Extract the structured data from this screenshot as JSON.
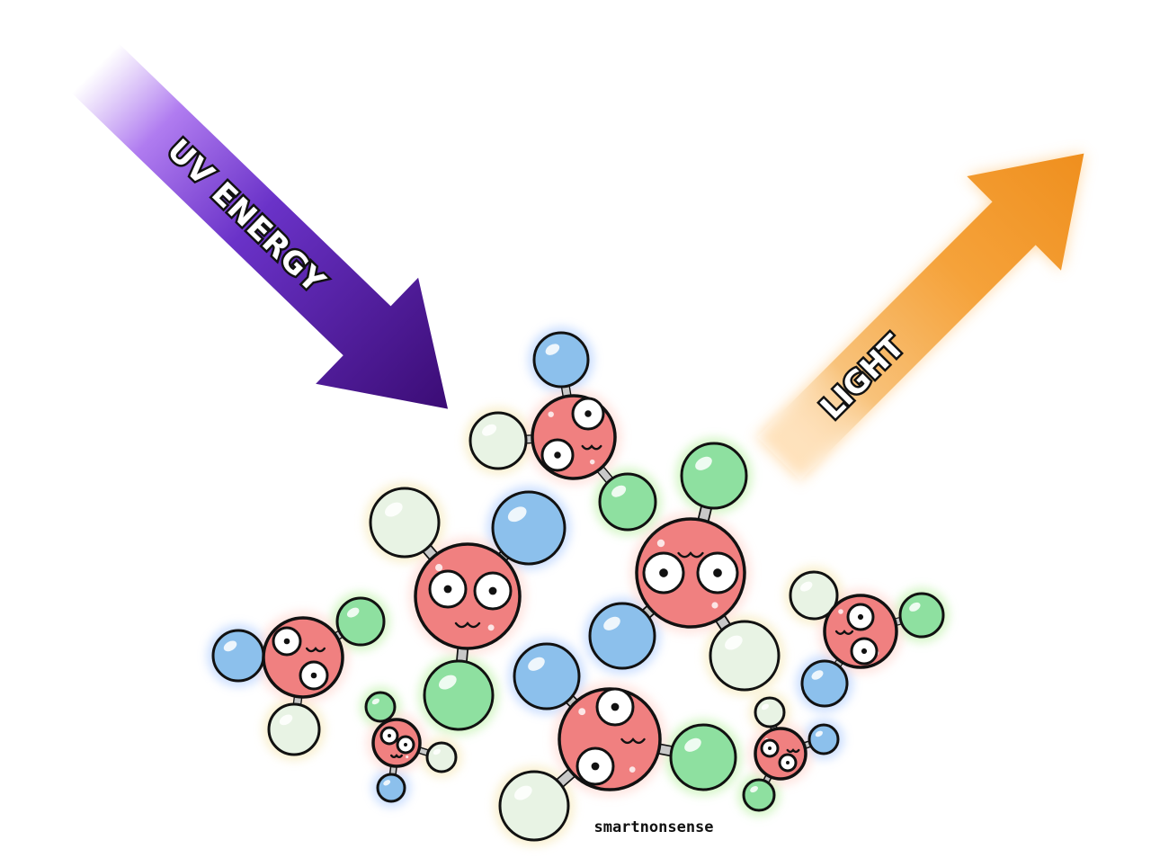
{
  "labels": {
    "uv": "UV ENERGY",
    "light": "LIGHT",
    "credit": "smartnonsense"
  },
  "colors": {
    "uv_arrow_top": "#ffffff",
    "uv_arrow_mid": "#7b3fe0",
    "uv_arrow_bottom": "#3b0c75",
    "light_arrow_top": "#f7a13a",
    "light_arrow_bottom": "#ffffff",
    "light_glow": "#ffd9a0",
    "atom_center": "#f08080",
    "atom_blue": "#8cc0ec",
    "atom_green": "#8ee0a0",
    "atom_white": "#e8f3e4",
    "bond": "#c8c8c8",
    "outline": "#111111"
  },
  "icons": [
    "uv-arrow-icon",
    "light-arrow-icon",
    "molecule-icon"
  ]
}
